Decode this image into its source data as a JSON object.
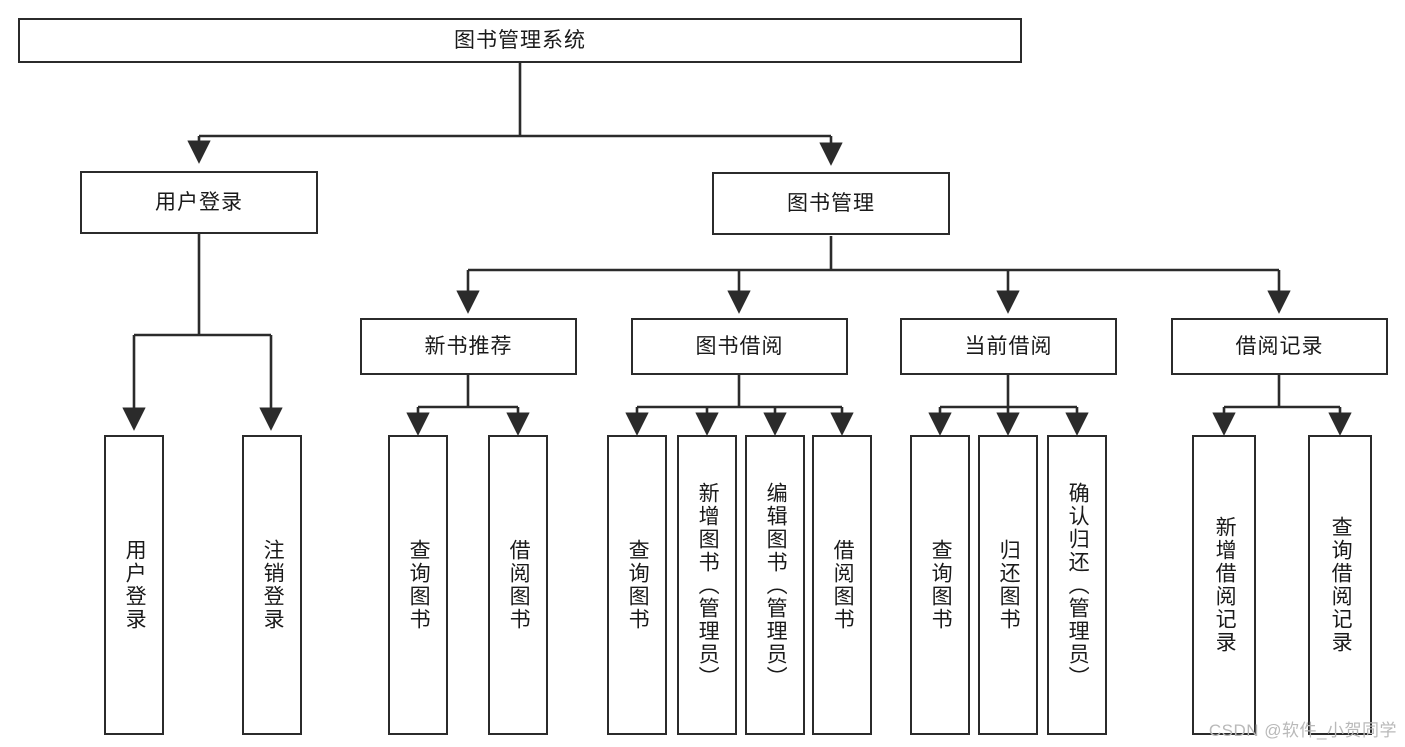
{
  "diagram": {
    "type": "tree-hierarchy",
    "title": "图书管理系统",
    "orientation": "top-down",
    "colors": {
      "stroke": "#2b2b2b",
      "fill": "#ffffff",
      "text": "#1a1a1a",
      "watermark": "#b9b9b9"
    },
    "levels": [
      {
        "level": 1,
        "nodes": [
          {
            "id": "root",
            "label": "图书管理系统",
            "text_direction": "horizontal"
          }
        ]
      },
      {
        "level": 2,
        "nodes": [
          {
            "id": "login",
            "label": "用户登录",
            "text_direction": "horizontal",
            "parent": "root"
          },
          {
            "id": "bookmgmt",
            "label": "图书管理",
            "text_direction": "horizontal",
            "parent": "root"
          }
        ]
      },
      {
        "level": 3,
        "nodes": [
          {
            "id": "newbook",
            "label": "新书推荐",
            "text_direction": "horizontal",
            "parent": "bookmgmt"
          },
          {
            "id": "borrow",
            "label": "图书借阅",
            "text_direction": "horizontal",
            "parent": "bookmgmt"
          },
          {
            "id": "current",
            "label": "当前借阅",
            "text_direction": "horizontal",
            "parent": "bookmgmt"
          },
          {
            "id": "records",
            "label": "借阅记录",
            "text_direction": "horizontal",
            "parent": "bookmgmt"
          }
        ]
      },
      {
        "level": 4,
        "nodes": [
          {
            "id": "leaf-user-login",
            "label": "用户登录",
            "text_direction": "vertical",
            "parent": "login"
          },
          {
            "id": "leaf-user-logout",
            "label": "注销登录",
            "text_direction": "vertical",
            "parent": "login"
          },
          {
            "id": "leaf-query-book-1",
            "label": "查询图书",
            "text_direction": "vertical",
            "parent": "newbook"
          },
          {
            "id": "leaf-borrow-book-1",
            "label": "借阅图书",
            "text_direction": "vertical",
            "parent": "newbook"
          },
          {
            "id": "leaf-query-book-2",
            "label": "查询图书",
            "text_direction": "vertical",
            "parent": "borrow"
          },
          {
            "id": "leaf-add-book",
            "label": "新增图书（管理员）",
            "text_direction": "vertical",
            "parent": "borrow"
          },
          {
            "id": "leaf-edit-book",
            "label": "编辑图书（管理员）",
            "text_direction": "vertical",
            "parent": "borrow"
          },
          {
            "id": "leaf-borrow-book-2",
            "label": "借阅图书",
            "text_direction": "vertical",
            "parent": "borrow"
          },
          {
            "id": "leaf-query-book-3",
            "label": "查询图书",
            "text_direction": "vertical",
            "parent": "current"
          },
          {
            "id": "leaf-return-book",
            "label": "归还图书",
            "text_direction": "vertical",
            "parent": "current"
          },
          {
            "id": "leaf-confirm-return",
            "label": "确认归还（管理员）",
            "text_direction": "vertical",
            "parent": "current"
          },
          {
            "id": "leaf-add-record",
            "label": "新增借阅记录",
            "text_direction": "vertical",
            "parent": "records"
          },
          {
            "id": "leaf-query-record",
            "label": "查询借阅记录",
            "text_direction": "vertical",
            "parent": "records"
          }
        ]
      }
    ],
    "watermark": "CSDN @软件_小贺同学"
  }
}
